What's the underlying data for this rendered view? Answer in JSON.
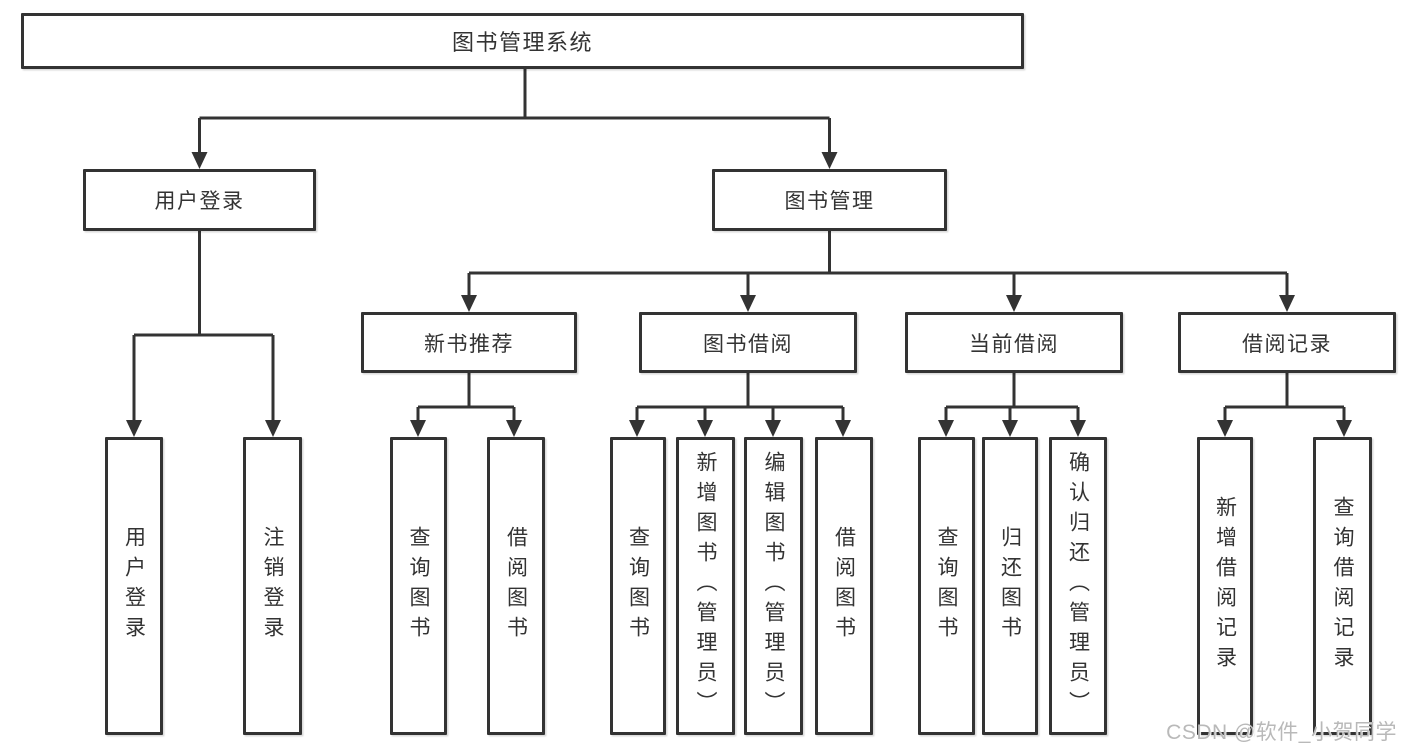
{
  "diagram": {
    "title": "图书管理系统",
    "watermark": "CSDN @软件_小贺同学",
    "colors": {
      "line": "#333333",
      "text": "#333333",
      "background": "#ffffff",
      "watermark": "#b9b9b9"
    },
    "level2": [
      {
        "label": "用户登录",
        "parent": "图书管理系统"
      },
      {
        "label": "图书管理",
        "parent": "图书管理系统"
      }
    ],
    "level3": [
      {
        "label": "新书推荐",
        "parent": "图书管理"
      },
      {
        "label": "图书借阅",
        "parent": "图书管理"
      },
      {
        "label": "当前借阅",
        "parent": "图书管理"
      },
      {
        "label": "借阅记录",
        "parent": "图书管理"
      }
    ],
    "leaves": [
      {
        "label": "用户登录",
        "parent": "用户登录"
      },
      {
        "label": "注销登录",
        "parent": "用户登录"
      },
      {
        "label": "查询图书",
        "parent": "新书推荐"
      },
      {
        "label": "借阅图书",
        "parent": "新书推荐"
      },
      {
        "label": "查询图书",
        "parent": "图书借阅"
      },
      {
        "label": "新增图书（管理员）",
        "parent": "图书借阅"
      },
      {
        "label": "编辑图书（管理员）",
        "parent": "图书借阅"
      },
      {
        "label": "借阅图书",
        "parent": "图书借阅"
      },
      {
        "label": "查询图书",
        "parent": "当前借阅"
      },
      {
        "label": "归还图书",
        "parent": "当前借阅"
      },
      {
        "label": "确认归还（管理员）",
        "parent": "当前借阅"
      },
      {
        "label": "新增借阅记录",
        "parent": "借阅记录"
      },
      {
        "label": "查询借阅记录",
        "parent": "借阅记录"
      }
    ]
  }
}
